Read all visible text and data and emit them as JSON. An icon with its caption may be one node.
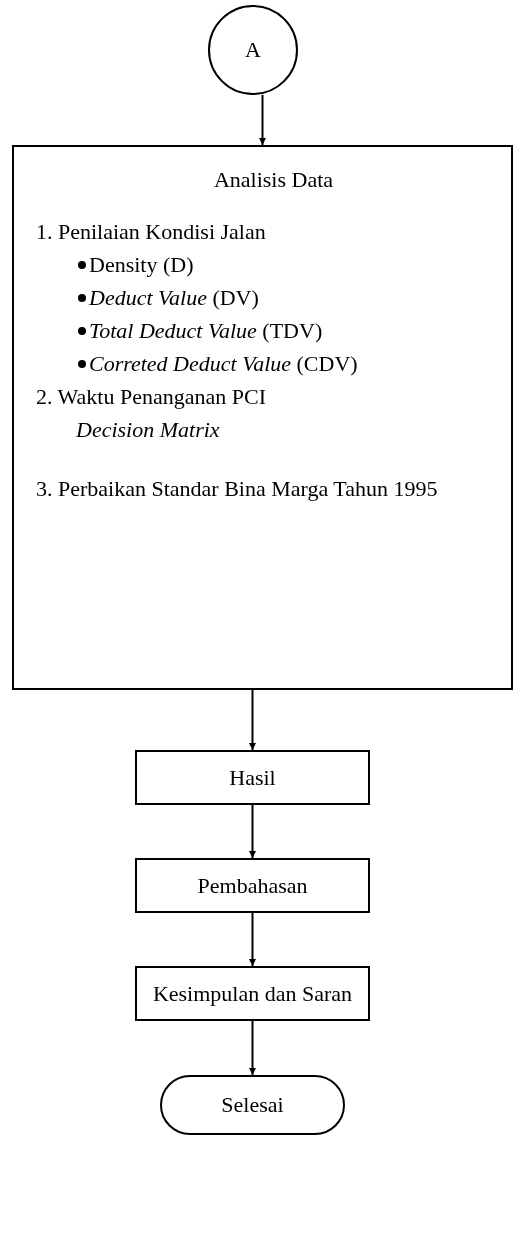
{
  "diagram": {
    "nodes": [
      {
        "text": [
          "A"
        ]
      },
      {
        "text": [
          "Analisis Data",
          "1. Penilaian Kondisi Jalan",
          "Density (D)",
          "*Deduct Value* (DV)",
          "*Total Deduct Value* (TDV)",
          "*Correted Deduct Value* (CDV)",
          "2. Waktu Penanganan PCI *Decision Matrix*",
          "3. Perbaikan Standar Bina Marga Tahun 1995"
        ]
      },
      {
        "text": [
          "Hasil"
        ]
      },
      {
        "text": [
          "Pembahasan"
        ]
      },
      {
        "text": [
          "Kesimpulan dan Saran"
        ]
      },
      {
        "text": [
          "Selesai"
        ]
      }
    ],
    "edges": [
      {
        "from": 0,
        "to": 1,
        "arrow": "to"
      },
      {
        "from": 1,
        "to": 2,
        "arrow": "to"
      },
      {
        "from": 2,
        "to": 3,
        "arrow": "to"
      },
      {
        "from": 3,
        "to": 4,
        "arrow": "to"
      },
      {
        "from": 4,
        "to": 5,
        "arrow": "to"
      }
    ]
  }
}
